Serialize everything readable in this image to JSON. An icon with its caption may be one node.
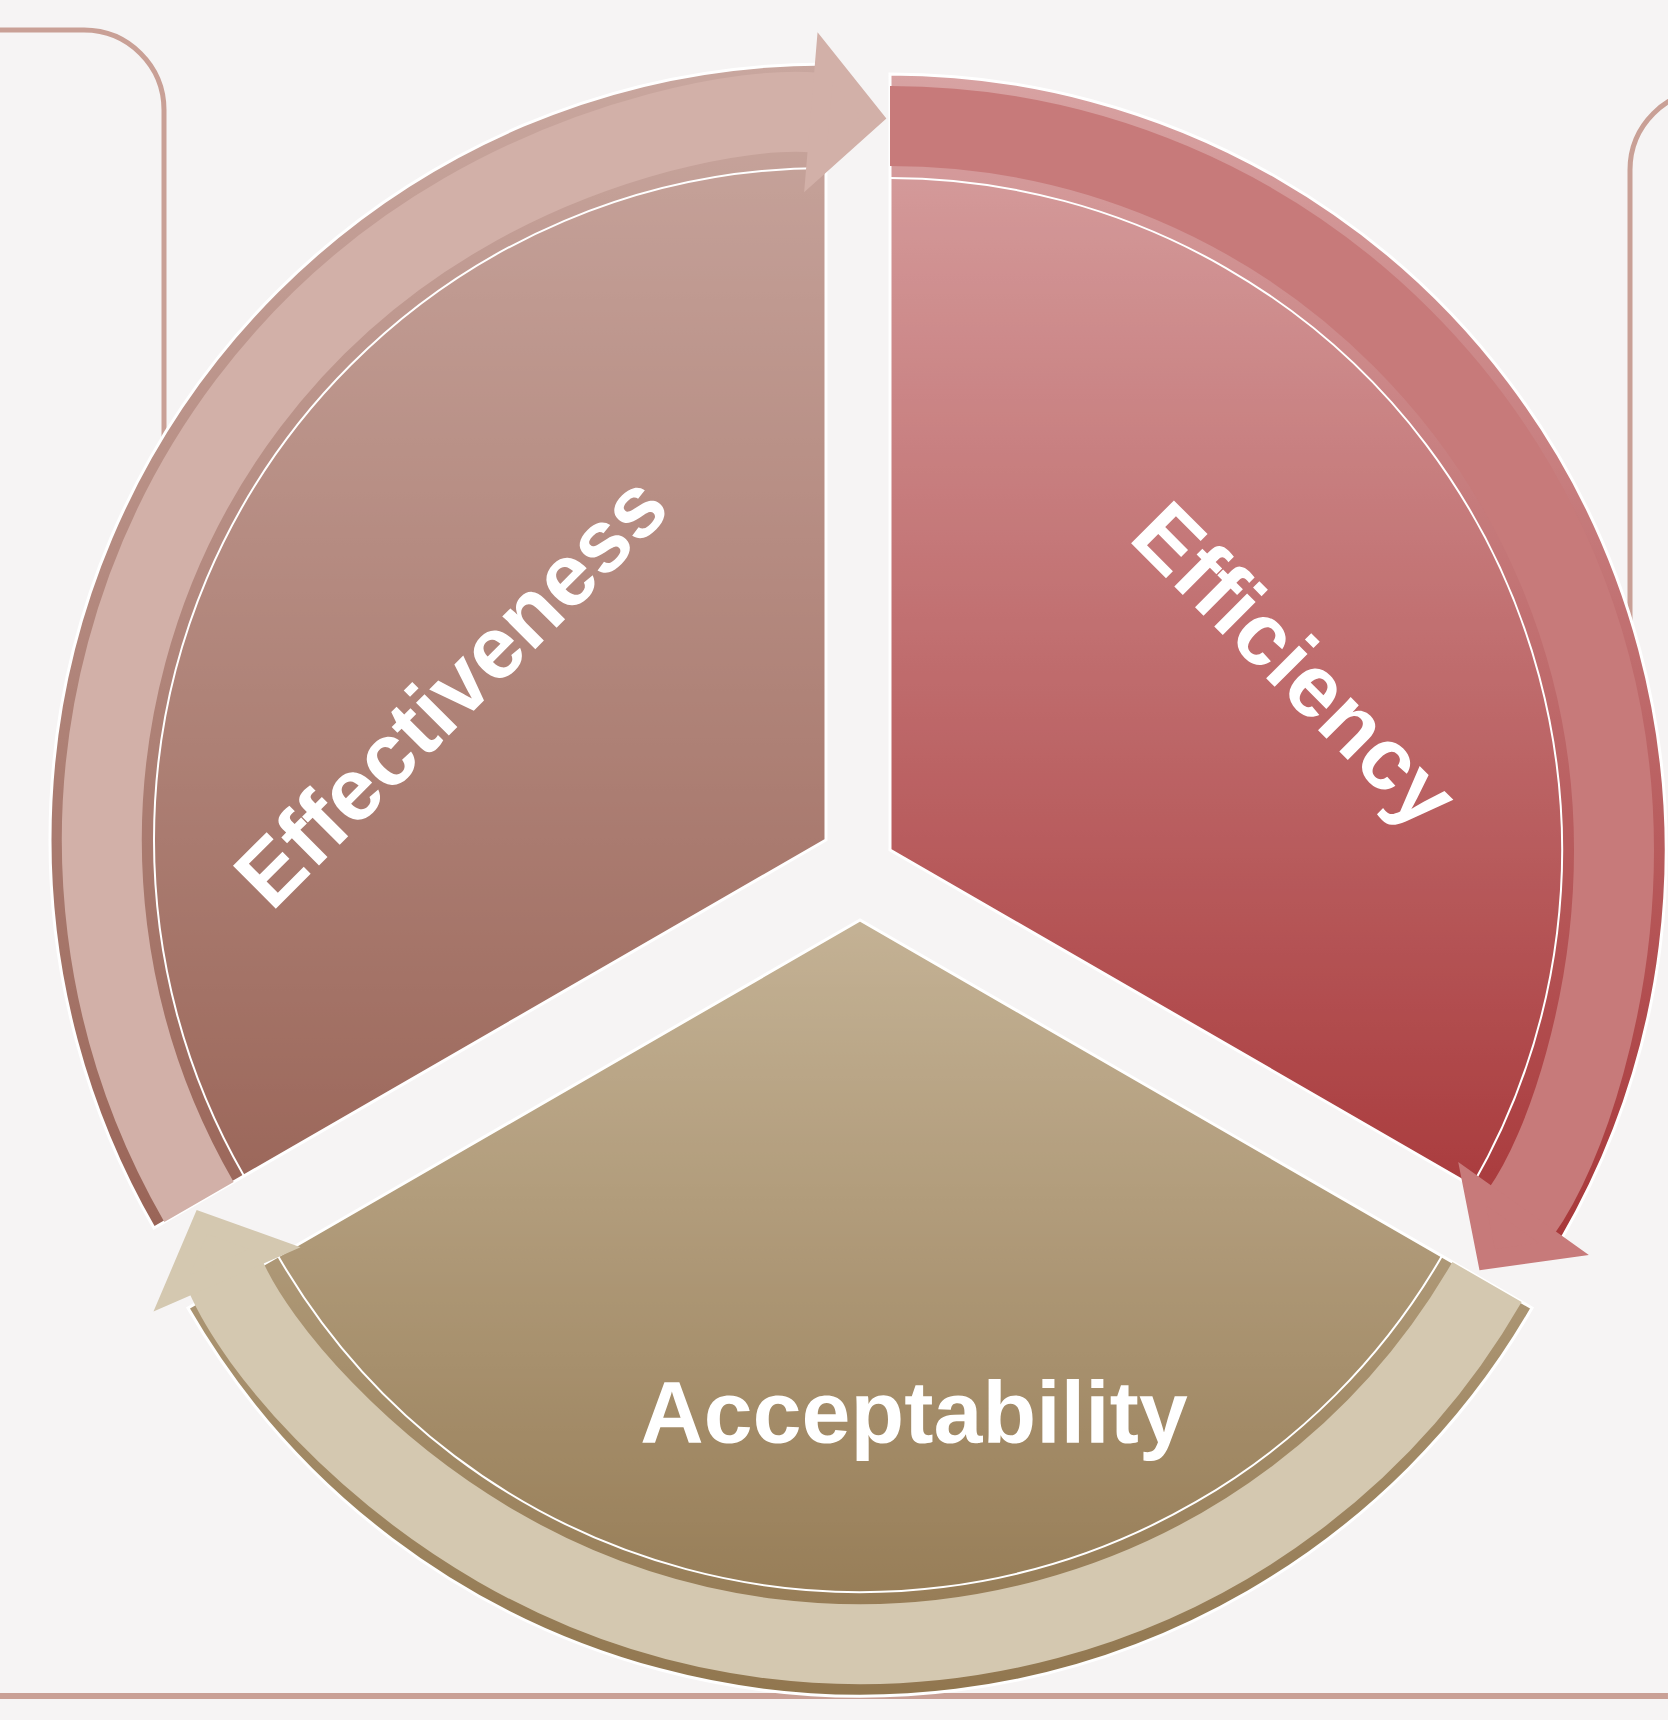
{
  "diagram": {
    "nodes": [
      {
        "text": [
          "Effectiveness"
        ]
      },
      {
        "text": [
          "Efficiency"
        ]
      },
      {
        "text": [
          "Acceptability"
        ]
      }
    ],
    "edges": [
      {
        "from": 0,
        "to": 1,
        "arrow": "to",
        "color": "#d2b0a8"
      },
      {
        "from": 1,
        "to": 2,
        "arrow": "to",
        "color": "#c77a7a"
      },
      {
        "from": 2,
        "to": 0,
        "arrow": "to",
        "color": "#d4c8b0"
      }
    ]
  }
}
